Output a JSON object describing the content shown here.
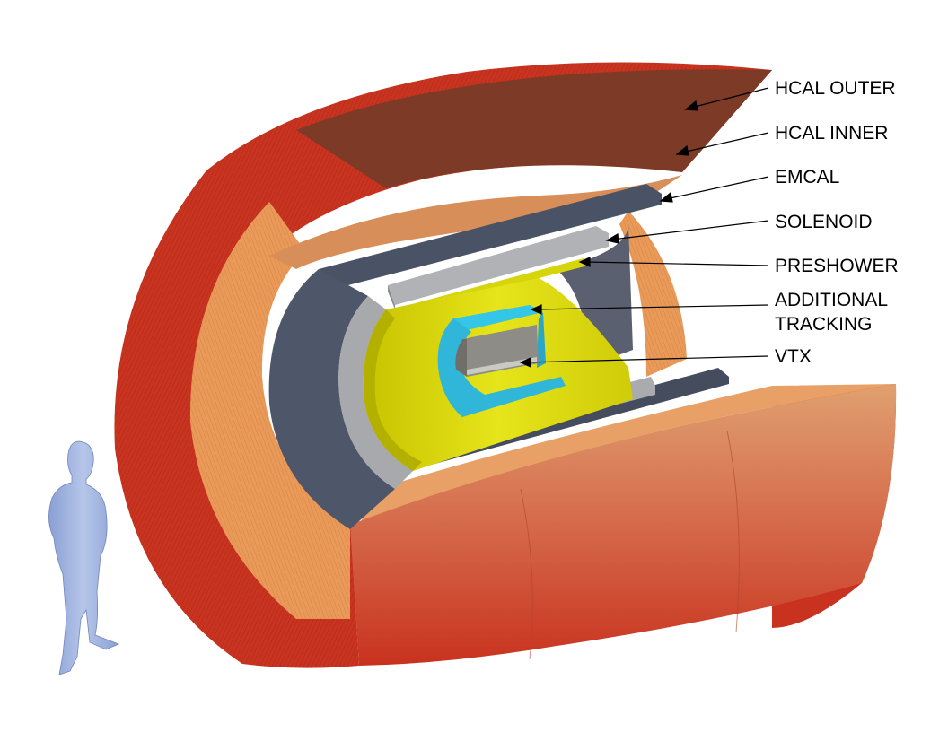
{
  "labels": {
    "hcal_outer": "HCAL OUTER",
    "hcal_inner": "HCAL INNER",
    "emcal": "EMCAL",
    "solenoid": "SOLENOID",
    "preshower": "PRESHOWER",
    "additional_tracking_line1": "ADDITIONAL",
    "additional_tracking_line2": "TRACKING",
    "vtx": "VTX"
  },
  "colors": {
    "hcal_outer": "#c8321e",
    "hcal_inner": "#e8924e",
    "emcal": "#4a5266",
    "solenoid": "#a6a8ac",
    "preshower": "#d6d40a",
    "tracking": "#34c6e6",
    "vtx": "#8a8a84",
    "person": "#9bb0dc",
    "background": "#ffffff"
  }
}
